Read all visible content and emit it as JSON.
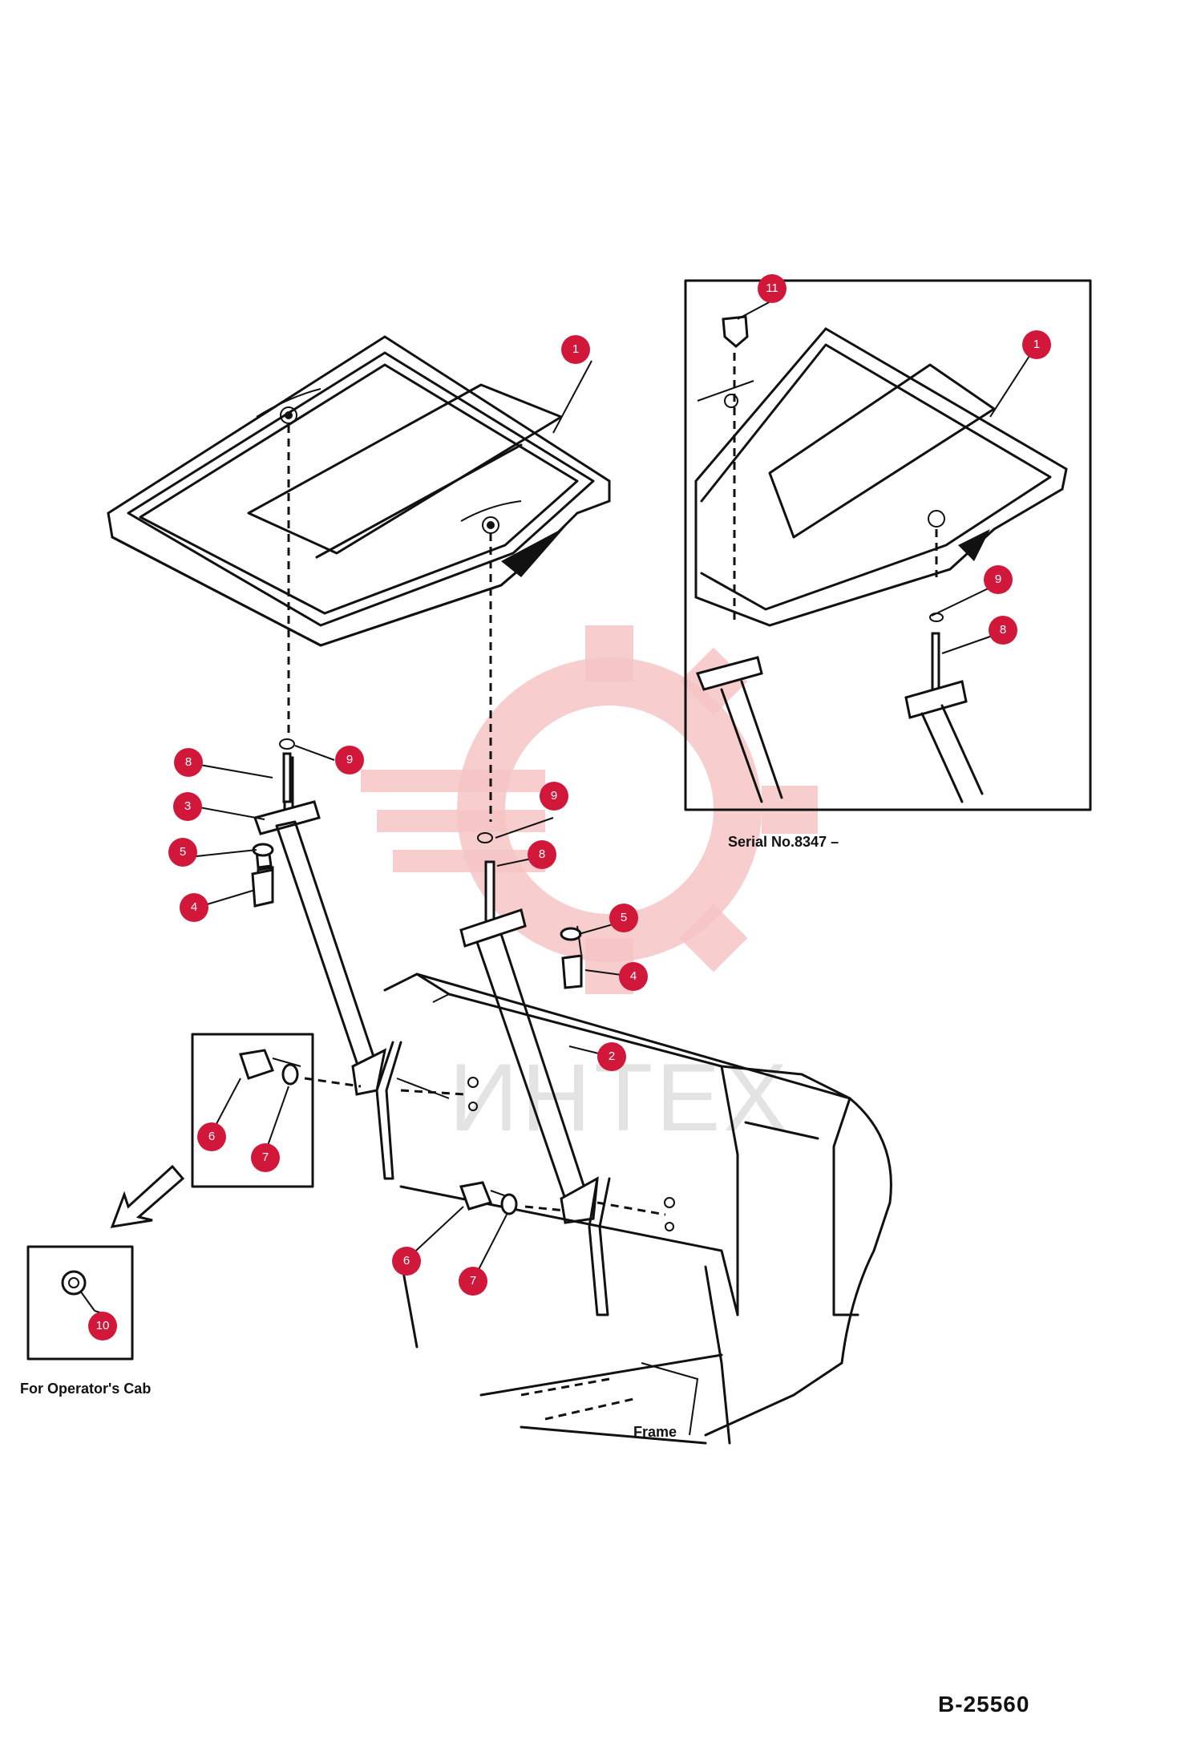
{
  "callouts": {
    "c1a": "1",
    "c1b": "1",
    "c2": "2",
    "c3": "3",
    "c4a": "4",
    "c4b": "4",
    "c5a": "5",
    "c5b": "5",
    "c6a": "6",
    "c6b": "6",
    "c7a": "7",
    "c7b": "7",
    "c8a": "8",
    "c8b": "8",
    "c8c": "8",
    "c9a": "9",
    "c9b": "9",
    "c9c": "9",
    "c10": "10",
    "c11": "11"
  },
  "captions": {
    "serial": "Serial No.8347 –",
    "cab": "For Operator's Cab",
    "frame": "Frame"
  },
  "drawing_number": "B-25560",
  "watermark": {
    "text": "ИНТЕХ",
    "color": "#f6c4c4"
  },
  "colors": {
    "callout": "#d1183a",
    "line": "#111111"
  }
}
